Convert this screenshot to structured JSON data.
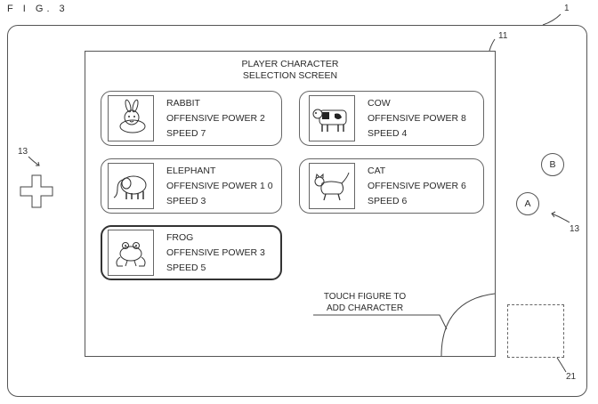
{
  "figure_label": "F I G. 3",
  "refs": {
    "device": "1",
    "screen": "11",
    "dpad": "13",
    "buttons": "13",
    "sensor": "21"
  },
  "screen": {
    "title_line1": "PLAYER CHARACTER",
    "title_line2": "SELECTION SCREEN",
    "touch_line1": "TOUCH FIGURE TO",
    "touch_line2": "ADD CHARACTER"
  },
  "characters": [
    {
      "name": "RABBIT",
      "power": "OFFENSIVE POWER 2",
      "speed": "SPEED 7",
      "icon": "rabbit-icon"
    },
    {
      "name": "COW",
      "power": "OFFENSIVE POWER 8",
      "speed": "SPEED 4",
      "icon": "cow-icon"
    },
    {
      "name": "ELEPHANT",
      "power": "OFFENSIVE POWER 1 0",
      "speed": "SPEED 3",
      "icon": "elephant-icon"
    },
    {
      "name": "CAT",
      "power": "OFFENSIVE POWER 6",
      "speed": "SPEED 6",
      "icon": "cat-icon"
    },
    {
      "name": "FROG",
      "power": "OFFENSIVE POWER 3",
      "speed": "SPEED 5",
      "icon": "frog-icon"
    }
  ],
  "buttons": {
    "a": "A",
    "b": "B"
  }
}
